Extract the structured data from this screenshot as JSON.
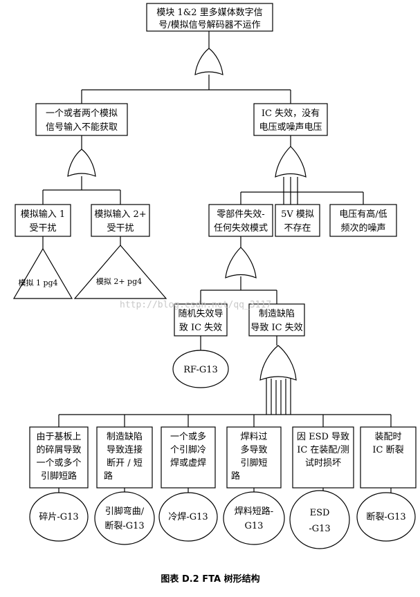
{
  "nodes": {
    "top": [
      "模块 1&2 里多媒体数字信",
      "号/模拟信号解码器不运作"
    ],
    "analog_inputs": [
      "一个或者两个模拟",
      "信号输入不能获取"
    ],
    "ic_fail": [
      "IC 失效，没有",
      "电压或噪声电压"
    ],
    "analog1": [
      "模拟输入 1",
      "受干扰"
    ],
    "analog2": [
      "模拟输入 2+",
      "受干扰"
    ],
    "parts_fail": [
      "零部件失效-",
      "任何失效模式"
    ],
    "no5v": [
      "5V 模拟",
      "不存在"
    ],
    "noise": [
      "电压有高/低",
      "频次的噪声"
    ],
    "random_fail": [
      "随机失效导",
      "致 IC 失效"
    ],
    "mfg_defect": [
      "制造缺陷",
      "导致 IC 失效"
    ],
    "substrate": [
      "由于基板上",
      "的碎屑导致",
      "一个或多个",
      "引脚短路"
    ],
    "mfg_open": [
      "制造缺陷",
      "导致连接",
      "断开 / 短",
      "路"
    ],
    "cold_joint": [
      "一个或多",
      "个引脚冷",
      "焊或虚焊"
    ],
    "solder_excess": [
      "焊料过",
      "多导致",
      "引脚短",
      "路"
    ],
    "esd": [
      "因 ESD 导致",
      "IC 在装配/测",
      "试时损坏"
    ],
    "assembly_break": [
      "装配时",
      "IC 断裂"
    ]
  },
  "transfers": {
    "t1": "模拟 1 pg4",
    "t2": "模拟 2+ pg4"
  },
  "basic_events": {
    "rf": "RF-G13",
    "debris": "碎片-G13",
    "bend": [
      "引脚弯曲/",
      "断裂-G13"
    ],
    "cold": "冷焊-G13",
    "short": [
      "焊料短路-",
      "G13"
    ],
    "esd": [
      "ESD",
      "-G13"
    ],
    "break": "断裂-G13"
  },
  "watermark": "http://blog.csdn.net/qq_3117",
  "caption": "图表 D.2 FTA 树形结构"
}
